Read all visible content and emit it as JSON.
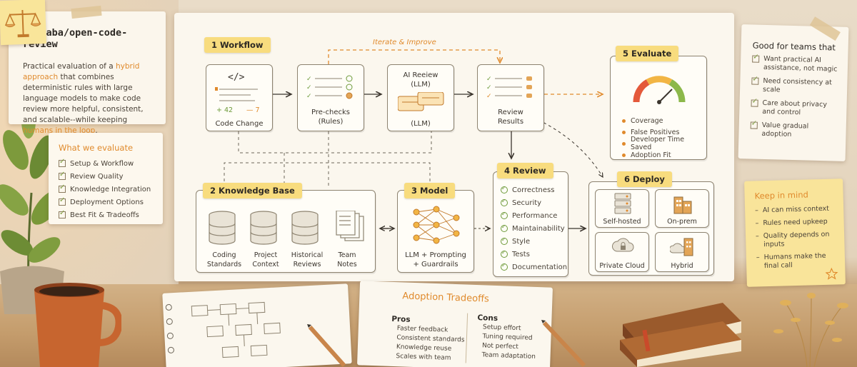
{
  "intro": {
    "title": "alibaba/open-code-review",
    "text_a": "Practical evaluation of a ",
    "text_hl1": "hybrid approach",
    "text_b": " that combines deterministic rules with large language models to make code review more helpful, consistent, and scalable--while keeping ",
    "text_hl2": "humans in the loop",
    "text_c": "."
  },
  "what_we_evaluate": {
    "title": "What we evaluate",
    "items": [
      "Setup & Workflow",
      "Review Quality",
      "Knowledge Integration",
      "Deployment Options",
      "Best Fit & Tradeoffs"
    ]
  },
  "diagram": {
    "iterate_label": "Iterate & Improve",
    "workflow": {
      "tag": "1 Workflow",
      "code_change": {
        "label": "Code Change",
        "icon": "</>",
        "added": "+ 42",
        "removed": "— 7"
      },
      "prechecks": {
        "label_line1": "Pre-checks",
        "label_line2": "(Rules)"
      },
      "ai_review": {
        "title_line1": "AI Reeiew",
        "title_line2": "(LLM)",
        "label": "(LLM)"
      },
      "results": {
        "label_line1": "Review",
        "label_line2": "Results"
      }
    },
    "knowledge_base": {
      "tag": "2 Knowledge Base",
      "items": [
        {
          "line1": "Coding",
          "line2": "Standards"
        },
        {
          "line1": "Project",
          "line2": "Context"
        },
        {
          "line1": "Historical",
          "line2": "Reviews"
        },
        {
          "line1": "Team",
          "line2": "Notes"
        }
      ]
    },
    "model": {
      "tag": "3 Model",
      "line1": "LLM + Prompting",
      "line2": "+ Guardrails"
    },
    "review": {
      "tag": "4 Review",
      "items": [
        "Correctness",
        "Security",
        "Performance",
        "Maintainability",
        "Style",
        "Tests",
        "Documentation"
      ]
    },
    "evaluate": {
      "tag": "5 Evaluate",
      "items": [
        "Coverage",
        "False Positives",
        "Developer Time Saved",
        "Adoption Fit"
      ]
    },
    "deploy": {
      "tag": "6 Deploy",
      "options": [
        "Self-hosted",
        "On-prem",
        "Private Cloud",
        "Hybrid"
      ]
    }
  },
  "good_for": {
    "title": "Good for teams that",
    "items": [
      "Want practical AI assistance, not magic",
      "Need consistency at scale",
      "Care about privacy and control",
      "Value gradual adoption"
    ]
  },
  "keep_in_mind": {
    "title": "Keep in mind",
    "items": [
      "AI can miss context",
      "Rules need upkeep",
      "Quality depends on inputs",
      "Humans make the final call"
    ]
  },
  "tradeoffs": {
    "title": "Adoption Tradeoffs",
    "pros_title": "Pros",
    "pros": [
      "Faster feedback",
      "Consistent standards",
      "Knowledge reuse",
      "Scales with team"
    ],
    "cons_title": "Cons",
    "cons": [
      "Setup effort",
      "Tuning required",
      "Not perfect",
      "Team adaptation"
    ]
  },
  "colors": {
    "accent": "#e08a2c",
    "tag": "#f8dc7e",
    "sticky": "#f9e49a",
    "check": "#6e9a3a"
  }
}
